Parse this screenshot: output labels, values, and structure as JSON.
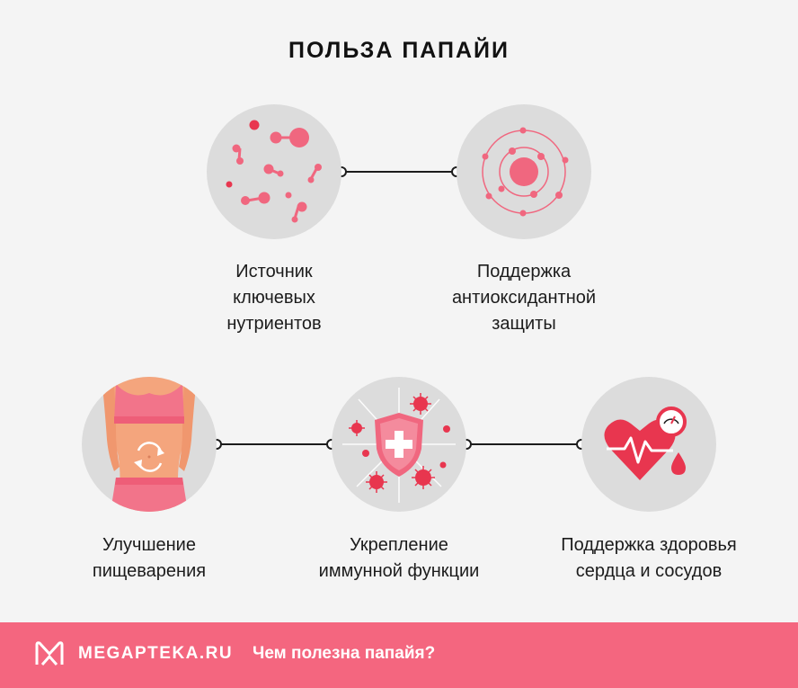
{
  "title": "ПОЛЬЗА ПАПАЙИ",
  "benefits": [
    {
      "icon": "nutrient-molecules-icon",
      "label": "Источник\nключевых\nнутриентов"
    },
    {
      "icon": "antioxidant-atom-icon",
      "label": "Поддержка\nантиоксидантной\nзащиты"
    },
    {
      "icon": "digestion-body-icon",
      "label": "Улучшение\nпищеварения"
    },
    {
      "icon": "immune-shield-icon",
      "label": "Укрепление\nиммунной функции"
    },
    {
      "icon": "heart-health-icon",
      "label": "Поддержка здоровья\nсердца и сосудов"
    }
  ],
  "footer": {
    "brand": "MEGAPTEKA.RU",
    "caption": "Чем полезна папайя?"
  },
  "colors": {
    "accent": "#f4667f",
    "circle": "#dcdcdc",
    "background": "#f4f4f4"
  }
}
